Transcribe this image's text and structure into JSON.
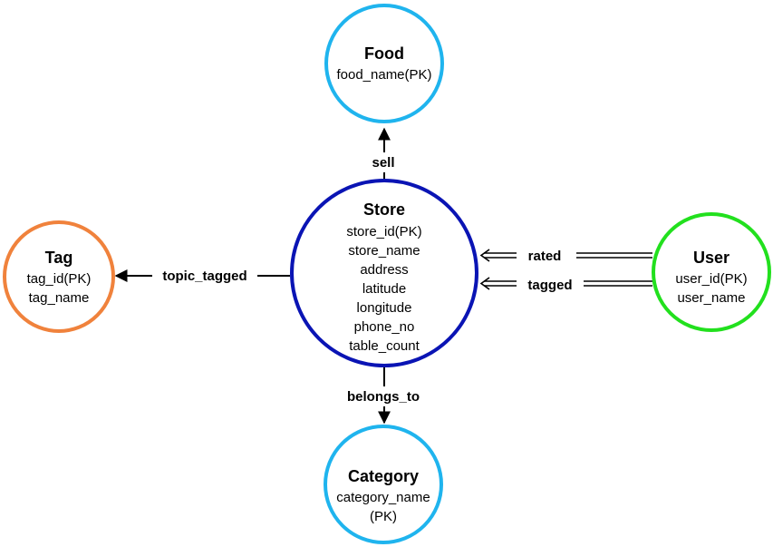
{
  "diagram": {
    "nodes": {
      "food": {
        "title": "Food",
        "attributes": [
          "food_name(PK)"
        ],
        "color": "#1fb4ee"
      },
      "store": {
        "title": "Store",
        "attributes": [
          "store_id(PK)",
          "store_name",
          "address",
          "latitude",
          "longitude",
          "phone_no",
          "table_count"
        ],
        "color": "#0a14b4"
      },
      "tag": {
        "title": "Tag",
        "attributes": [
          "tag_id(PK)",
          "tag_name"
        ],
        "color": "#f0823c"
      },
      "user": {
        "title": "User",
        "attributes": [
          "user_id(PK)",
          "user_name"
        ],
        "color": "#22e01e"
      },
      "category": {
        "title": "Category",
        "attributes": [
          "category_name",
          "(PK)"
        ],
        "color": "#1fb4ee"
      }
    },
    "edges": {
      "sell": {
        "label": "sell"
      },
      "topic_tagged": {
        "label": "topic_tagged"
      },
      "rated": {
        "label": "rated"
      },
      "tagged": {
        "label": "tagged"
      },
      "belongs_to": {
        "label": "belongs_to"
      }
    }
  }
}
